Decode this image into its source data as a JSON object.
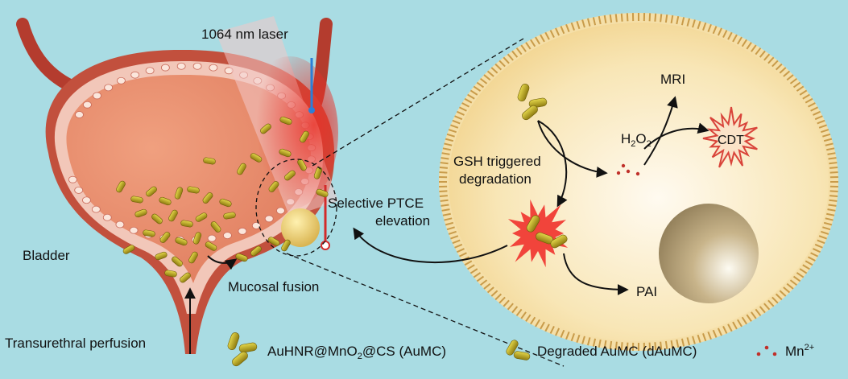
{
  "labels": {
    "laser": "1064 nm laser",
    "bladder": "Bladder",
    "mucosal_fusion": "Mucosal fusion",
    "perfusion": "Transurethral perfusion",
    "selective_line1": "Selective PTCE",
    "selective_line2": "elevation",
    "gsh_line1": "GSH triggered",
    "gsh_line2": "degradation",
    "mri": "MRI",
    "h2o2_main": "H",
    "h2o2_sub": "2",
    "h2o2_o": "O",
    "h2o2_sub2": "2",
    "cdt": "CDT",
    "pai": "PAI"
  },
  "legend": {
    "aumc_label_a": "AuHNR@MnO",
    "aumc_label_sub": "2",
    "aumc_label_b": "@CS (AuMC)",
    "daumc_label": "Degraded AuMC (dAuMC)",
    "mn_label": "Mn",
    "mn_sup": "2+"
  },
  "colors": {
    "background": "#a9dce3",
    "bladder_wall": "#b94a3a",
    "bladder_lumen": "#e98c70",
    "cell_fill": "#f6e7b7",
    "membrane": "#d8b26a",
    "nucleus": "#b7a27a",
    "particle": "#b8a21a",
    "burst": "#e8554d"
  }
}
